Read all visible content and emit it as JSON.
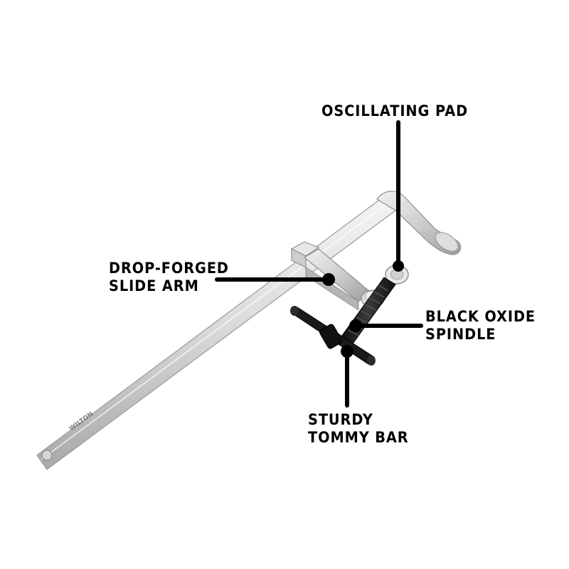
{
  "callouts": {
    "oscillating_pad": {
      "line1": "OSCILLATING PAD"
    },
    "slide_arm": {
      "line1": "DROP-FORGED",
      "line2": "SLIDE ARM"
    },
    "spindle": {
      "line1": "BLACK OXIDE",
      "line2": "SPINDLE"
    },
    "tommy_bar": {
      "line1": "STURDY",
      "line2": "TOMMY BAR"
    }
  },
  "logo": {
    "text": "WILTON"
  },
  "colors": {
    "background": "#ffffff",
    "steel_light": "#e8e8e8",
    "steel_mid": "#c9c9c9",
    "steel_dark": "#9a9a9a",
    "spindle": "#1e1e1e",
    "leader": "#000000"
  }
}
